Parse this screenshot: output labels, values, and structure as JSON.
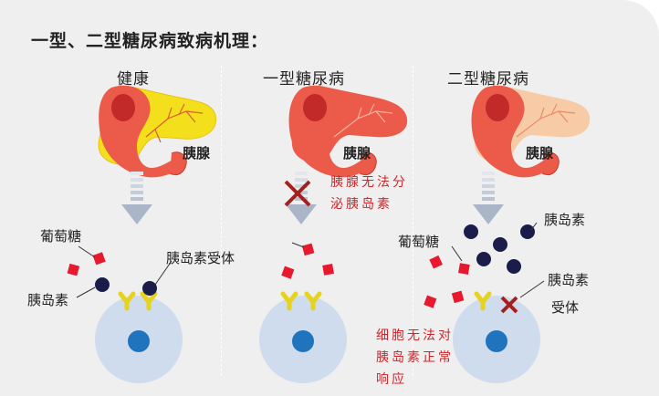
{
  "title": "一型、二型糖尿病致病机理：",
  "columns": [
    {
      "heading": "健康",
      "organ": "胰腺"
    },
    {
      "heading": "一型糖尿病",
      "organ": "胰腺"
    },
    {
      "heading": "二型糖尿病",
      "organ": "胰腺"
    }
  ],
  "labels": {
    "glucose": "葡萄糖",
    "insulin": "胰岛素",
    "receptor": "胰岛素受体",
    "t2_glucose": "葡萄糖",
    "t2_insulin": "胰岛素",
    "t2_receptor_line1": "胰岛素",
    "t2_receptor_line2": "受体"
  },
  "notes": {
    "t1_pancreas_line1": "胰腺无法分",
    "t1_pancreas_line2": "泌胰岛素",
    "t2_cell_line1": "细胞无法对",
    "t2_cell_line2": "胰岛素正常",
    "t2_cell_line3": "响应"
  },
  "colors": {
    "pancreas_healthy_fill": "#f3df1c",
    "pancreas_t2_fill": "#f7cba6",
    "organ_red": "#ec5b49",
    "cell": "#cfdcee",
    "nucleus": "#1f74bd",
    "glucose": "#e8192e",
    "insulin": "#1a1d4a",
    "receptor": "#e7d21e",
    "cross": "#a3201e",
    "note_red": "#d2252a"
  }
}
